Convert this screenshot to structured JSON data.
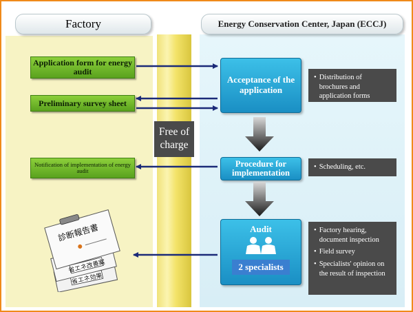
{
  "headers": {
    "factory": "Factory",
    "eccj": "Energy Conservation Center, Japan (ECCJ)"
  },
  "factory": {
    "application_form": "Application form for energy audit",
    "preliminary_survey": "Preliminary survey sheet",
    "notification": "Notification of implementation of energy audit"
  },
  "eccj": {
    "acceptance": "Acceptance of the application",
    "procedure": "Procedure for implementation",
    "audit": "Audit",
    "specialists": "2 specialists"
  },
  "notes": {
    "acceptance": [
      "Distribution of brochures and application forms"
    ],
    "procedure": [
      "Scheduling, etc."
    ],
    "audit": [
      "Factory hearing, document inspection",
      "Field survey",
      "Specialists' opinion on the result of inspection"
    ]
  },
  "free_of_charge": {
    "line1": "Free of",
    "line2": "charge"
  },
  "documents": {
    "doc1": "診断報告書",
    "doc2": "省エネ改善案",
    "doc3": "省エネ効果"
  },
  "colors": {
    "border": "#f08a1a",
    "factory_bg": "#f7f3c4",
    "eccj_bg": "#e0f2f8",
    "green": "#6cb82a",
    "blue": "#22a4d6",
    "arrow": "#1b2a78"
  }
}
